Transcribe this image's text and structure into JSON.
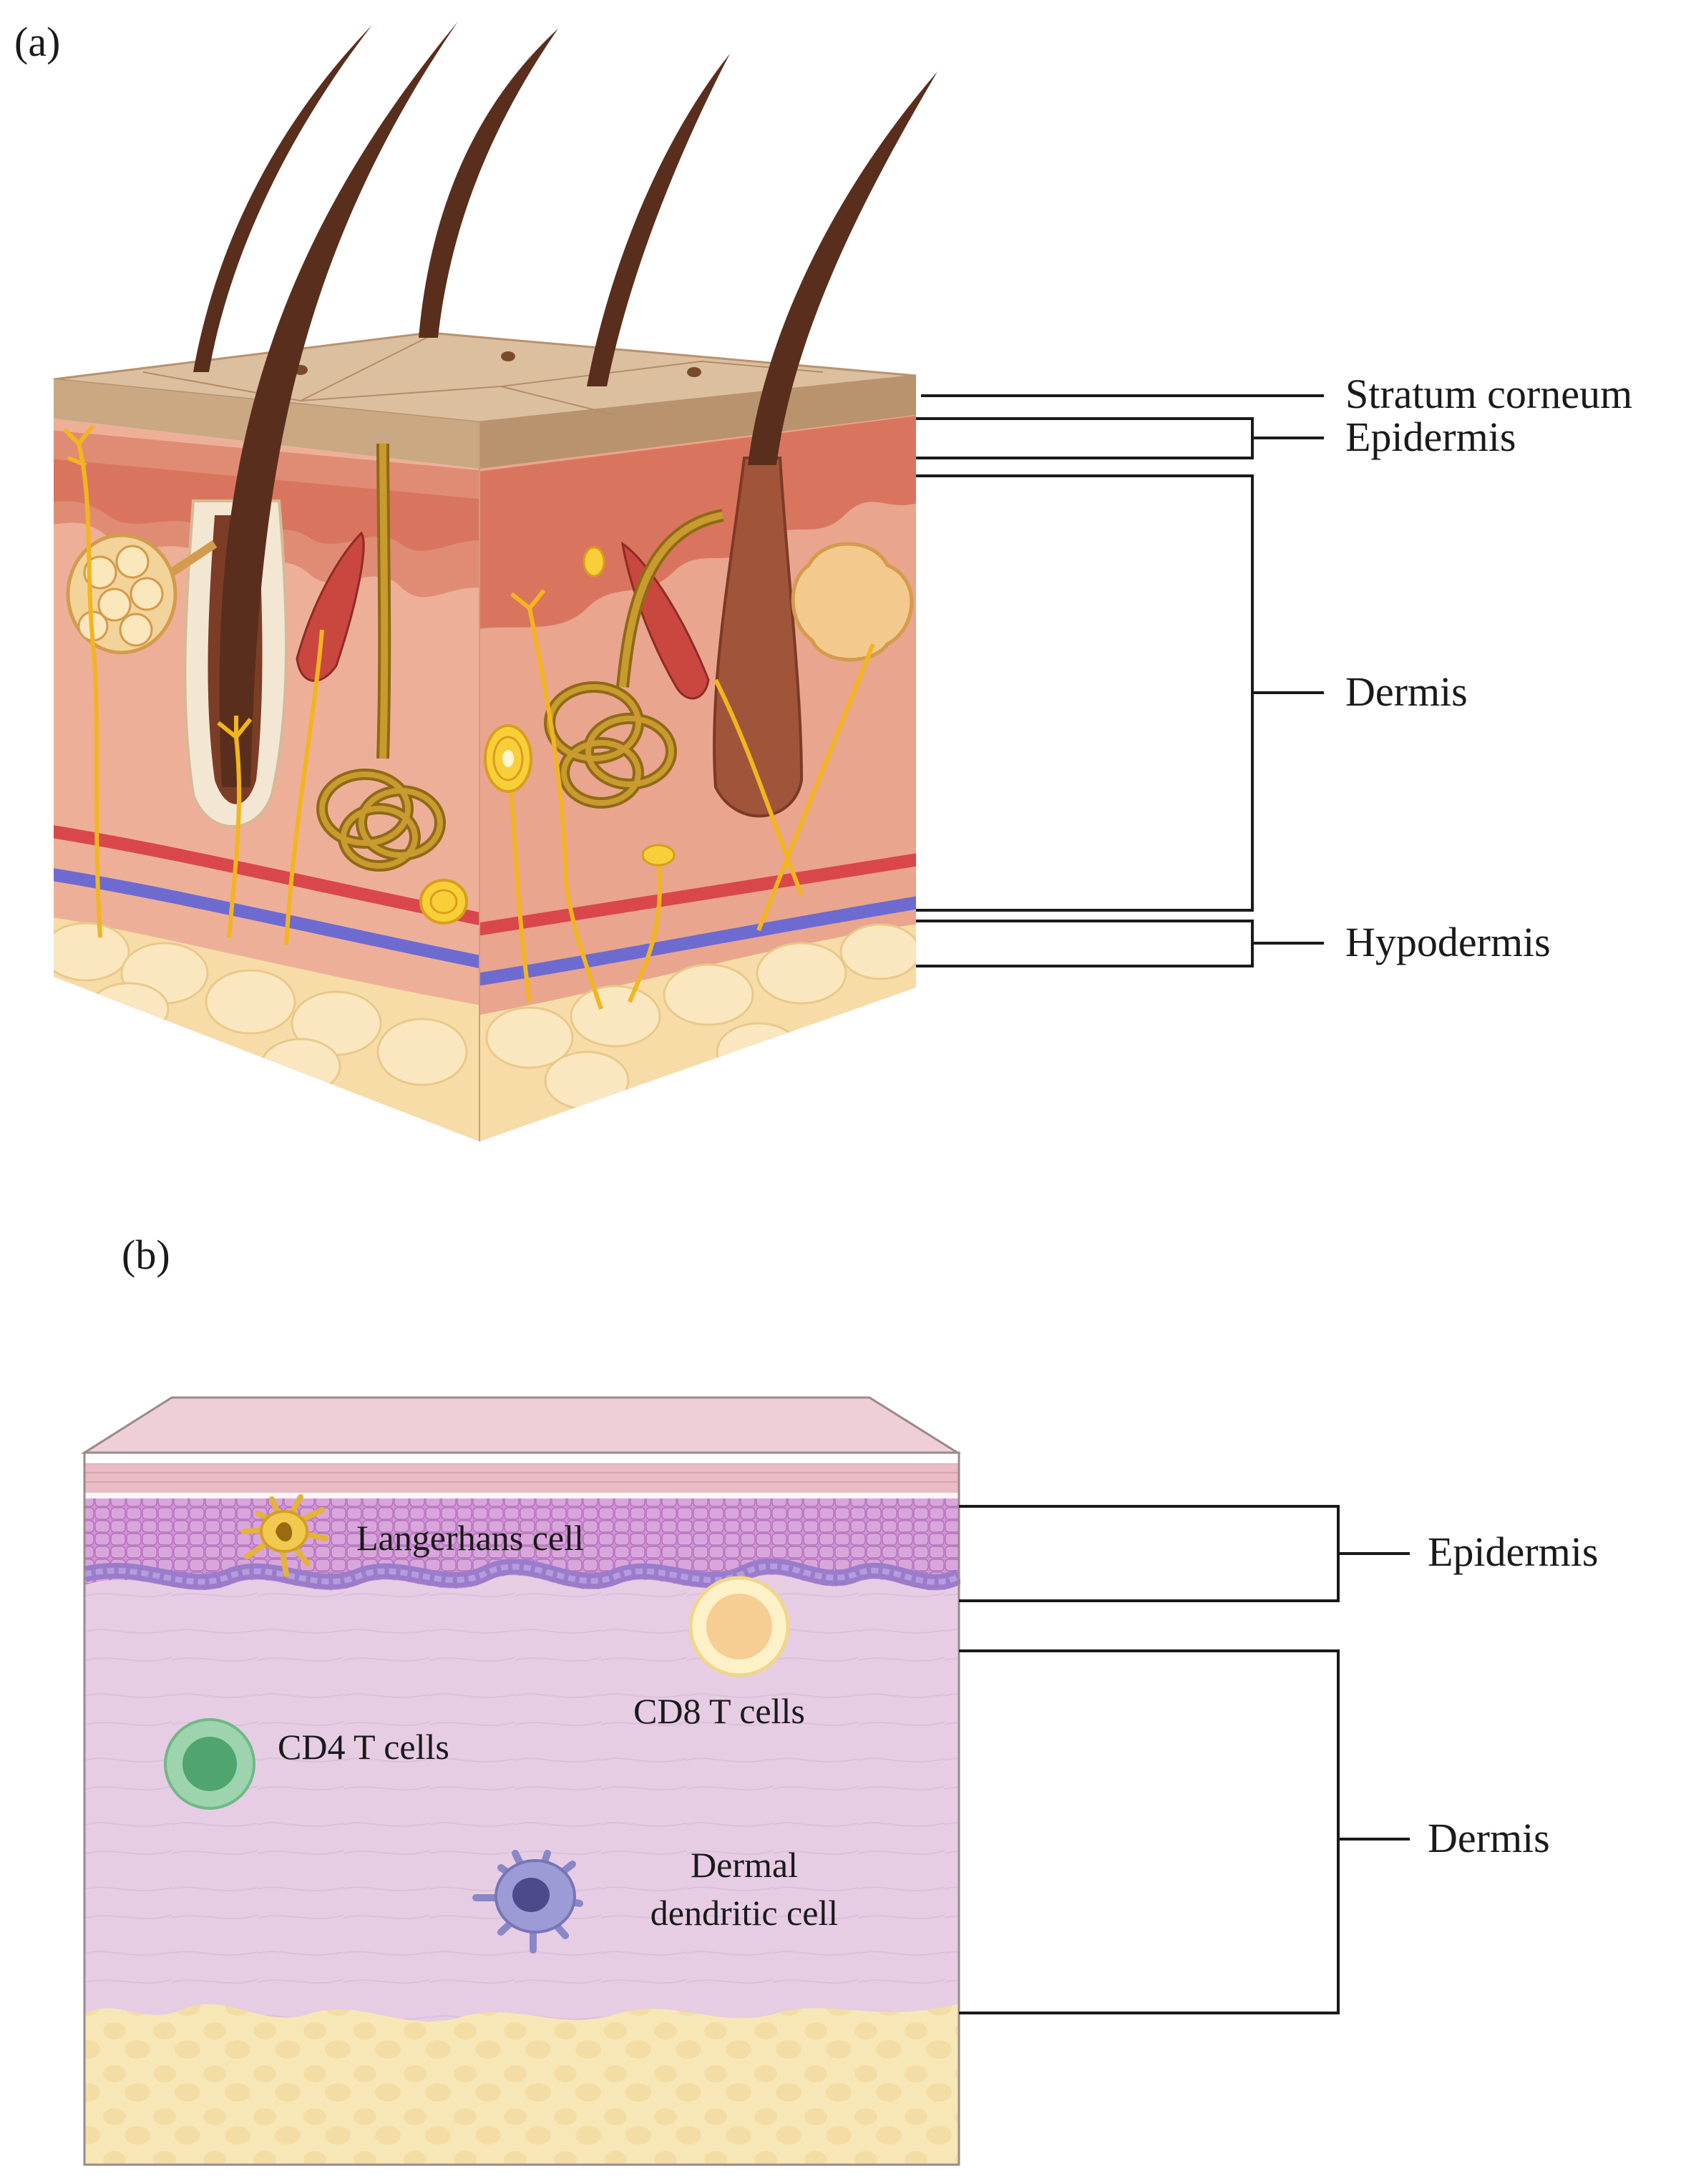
{
  "panel_a": {
    "letter": "(a)",
    "layers": [
      {
        "key": "stratum",
        "label": "Stratum corneum"
      },
      {
        "key": "epidermis",
        "label": "Epidermis"
      },
      {
        "key": "dermis",
        "label": "Dermis"
      },
      {
        "key": "hypodermis",
        "label": "Hypodermis"
      }
    ]
  },
  "panel_b": {
    "letter": "(b)",
    "layers": [
      {
        "key": "epidermis",
        "label": "Epidermis"
      },
      {
        "key": "dermis",
        "label": "Dermis"
      }
    ],
    "cells": {
      "langerhans": "Langerhans cell",
      "cd8": "CD8 T cells",
      "cd4": "CD4 T cells",
      "dermal_dc_line1": "Dermal",
      "dermal_dc_line2": "dendritic cell"
    }
  },
  "colors": {
    "stratum": "#d9b99a",
    "epidermis": "#e08c74",
    "dermis": "#eeaf98",
    "hypodermis": "#f7dca8",
    "hair": "#5a2e1c",
    "nerve": "#f2b51e",
    "artery": "#d9474b",
    "vein": "#6e6bd0",
    "b_epidermis": "#c98bcf",
    "b_dermis": "#e8cfe6",
    "b_fat": "#f8e7b6"
  }
}
